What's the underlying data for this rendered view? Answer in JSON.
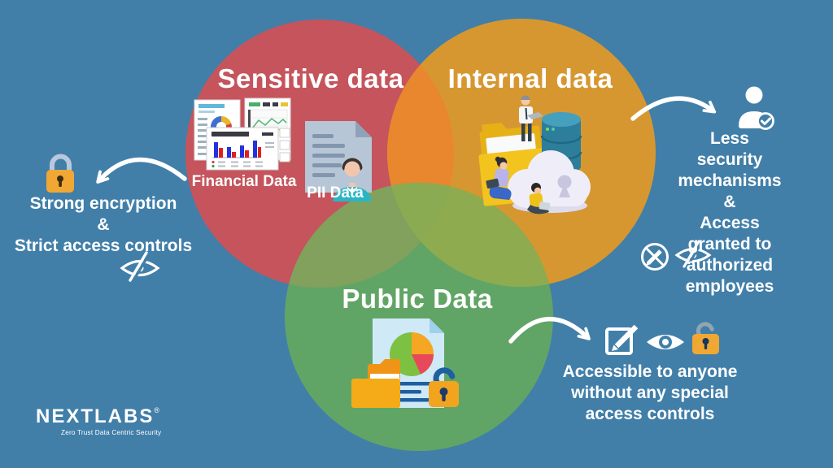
{
  "background_color": "#417fa9",
  "venn": {
    "sensitive": {
      "label": "Sensitive data",
      "color": "#c5545c"
    },
    "internal": {
      "label": "Internal data",
      "color": "#d79730"
    },
    "public": {
      "label": "Public Data",
      "color": "#61a566"
    },
    "overlaps": {
      "sensitive_internal": "#e8872e",
      "sensitive_public": "#82a15c",
      "internal_public": "#8eac4f",
      "all_three": "#8aab51"
    }
  },
  "sensitive_items": {
    "financial": "Financial Data",
    "pii": "PII Data"
  },
  "annotations": {
    "sensitive": {
      "text": "Strong encryption\n&\nStrict access controls",
      "icons": [
        "lock-icon",
        "eye-slash-icon"
      ]
    },
    "internal": {
      "text": "Less security\nmechanisms\n&\nAccess granted to\nauthorized employees",
      "icons": [
        "user-check-icon",
        "no-edit-icon",
        "eye-slash-icon"
      ]
    },
    "public": {
      "text": "Accessible to anyone\nwithout any special\naccess controls",
      "icons": [
        "edit-icon",
        "eye-icon",
        "unlocked-padlock-icon"
      ]
    }
  },
  "logo": {
    "brand": "NEXTLABS",
    "registered_mark": "®",
    "tagline": "Zero Trust Data Centric Security"
  },
  "icon_colors": {
    "lock_body": "#f0a733",
    "lock_shackle_light": "#b9c8dc",
    "open_lock_shackle_gray": "#93a5b1",
    "public_lock_shackle_blue": "#1d5fa0",
    "white": "#ffffff"
  }
}
